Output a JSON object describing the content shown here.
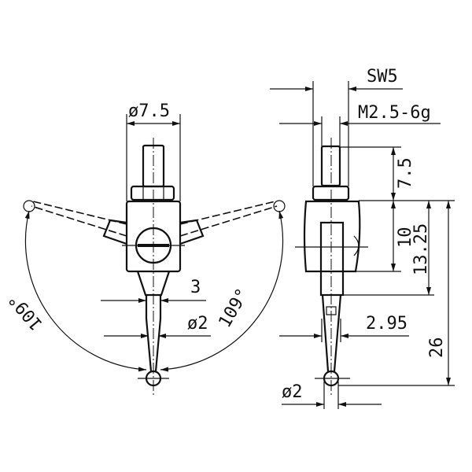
{
  "front_view": {
    "dim_body_diameter": "ø7.5",
    "dim_neck_width": "3",
    "dim_stylus_diameter": "ø2",
    "dim_swivel_angle_left": "109°",
    "dim_swivel_angle_right": "109°"
  },
  "side_view": {
    "dim_wrench_size": "SW5",
    "dim_thread": "M2.5-6g",
    "dim_thread_length": "7.5",
    "dim_body_height": "10",
    "dim_holder_length": "13.25",
    "dim_total_length": "26",
    "dim_stylus_width": "2.95",
    "dim_ball_diameter": "ø2"
  }
}
